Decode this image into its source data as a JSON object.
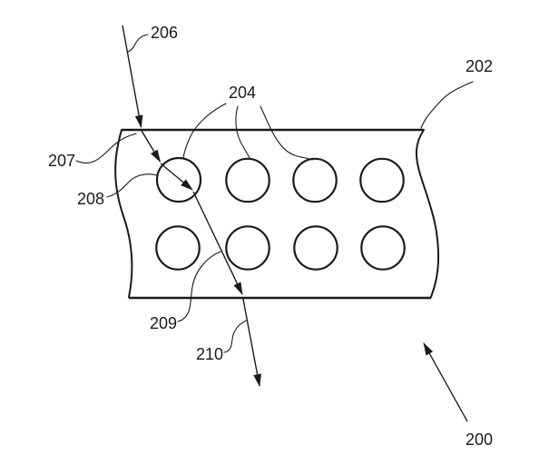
{
  "figure": {
    "labels": {
      "ref_200": "200",
      "ref_202": "202",
      "ref_204": "204",
      "ref_206": "206",
      "ref_207": "207",
      "ref_208": "208",
      "ref_209": "209",
      "ref_210": "210"
    },
    "colors": {
      "line": "#1a1a1a",
      "background": "#ffffff"
    }
  }
}
